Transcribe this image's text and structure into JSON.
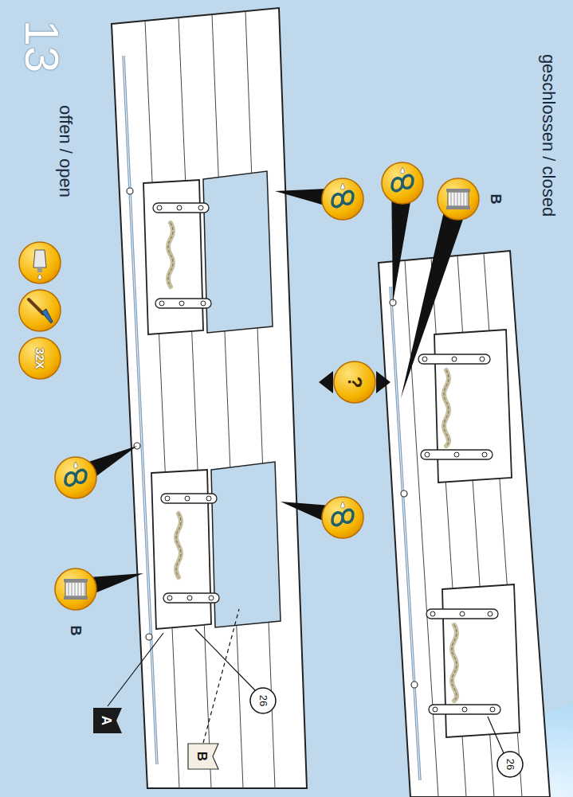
{
  "diagram": {
    "title": "13",
    "labels": [
      "offen / open",
      "geschlossen / closed",
      "32X",
      "?",
      "B",
      "B",
      "A",
      "B",
      "26",
      "26"
    ]
  }
}
